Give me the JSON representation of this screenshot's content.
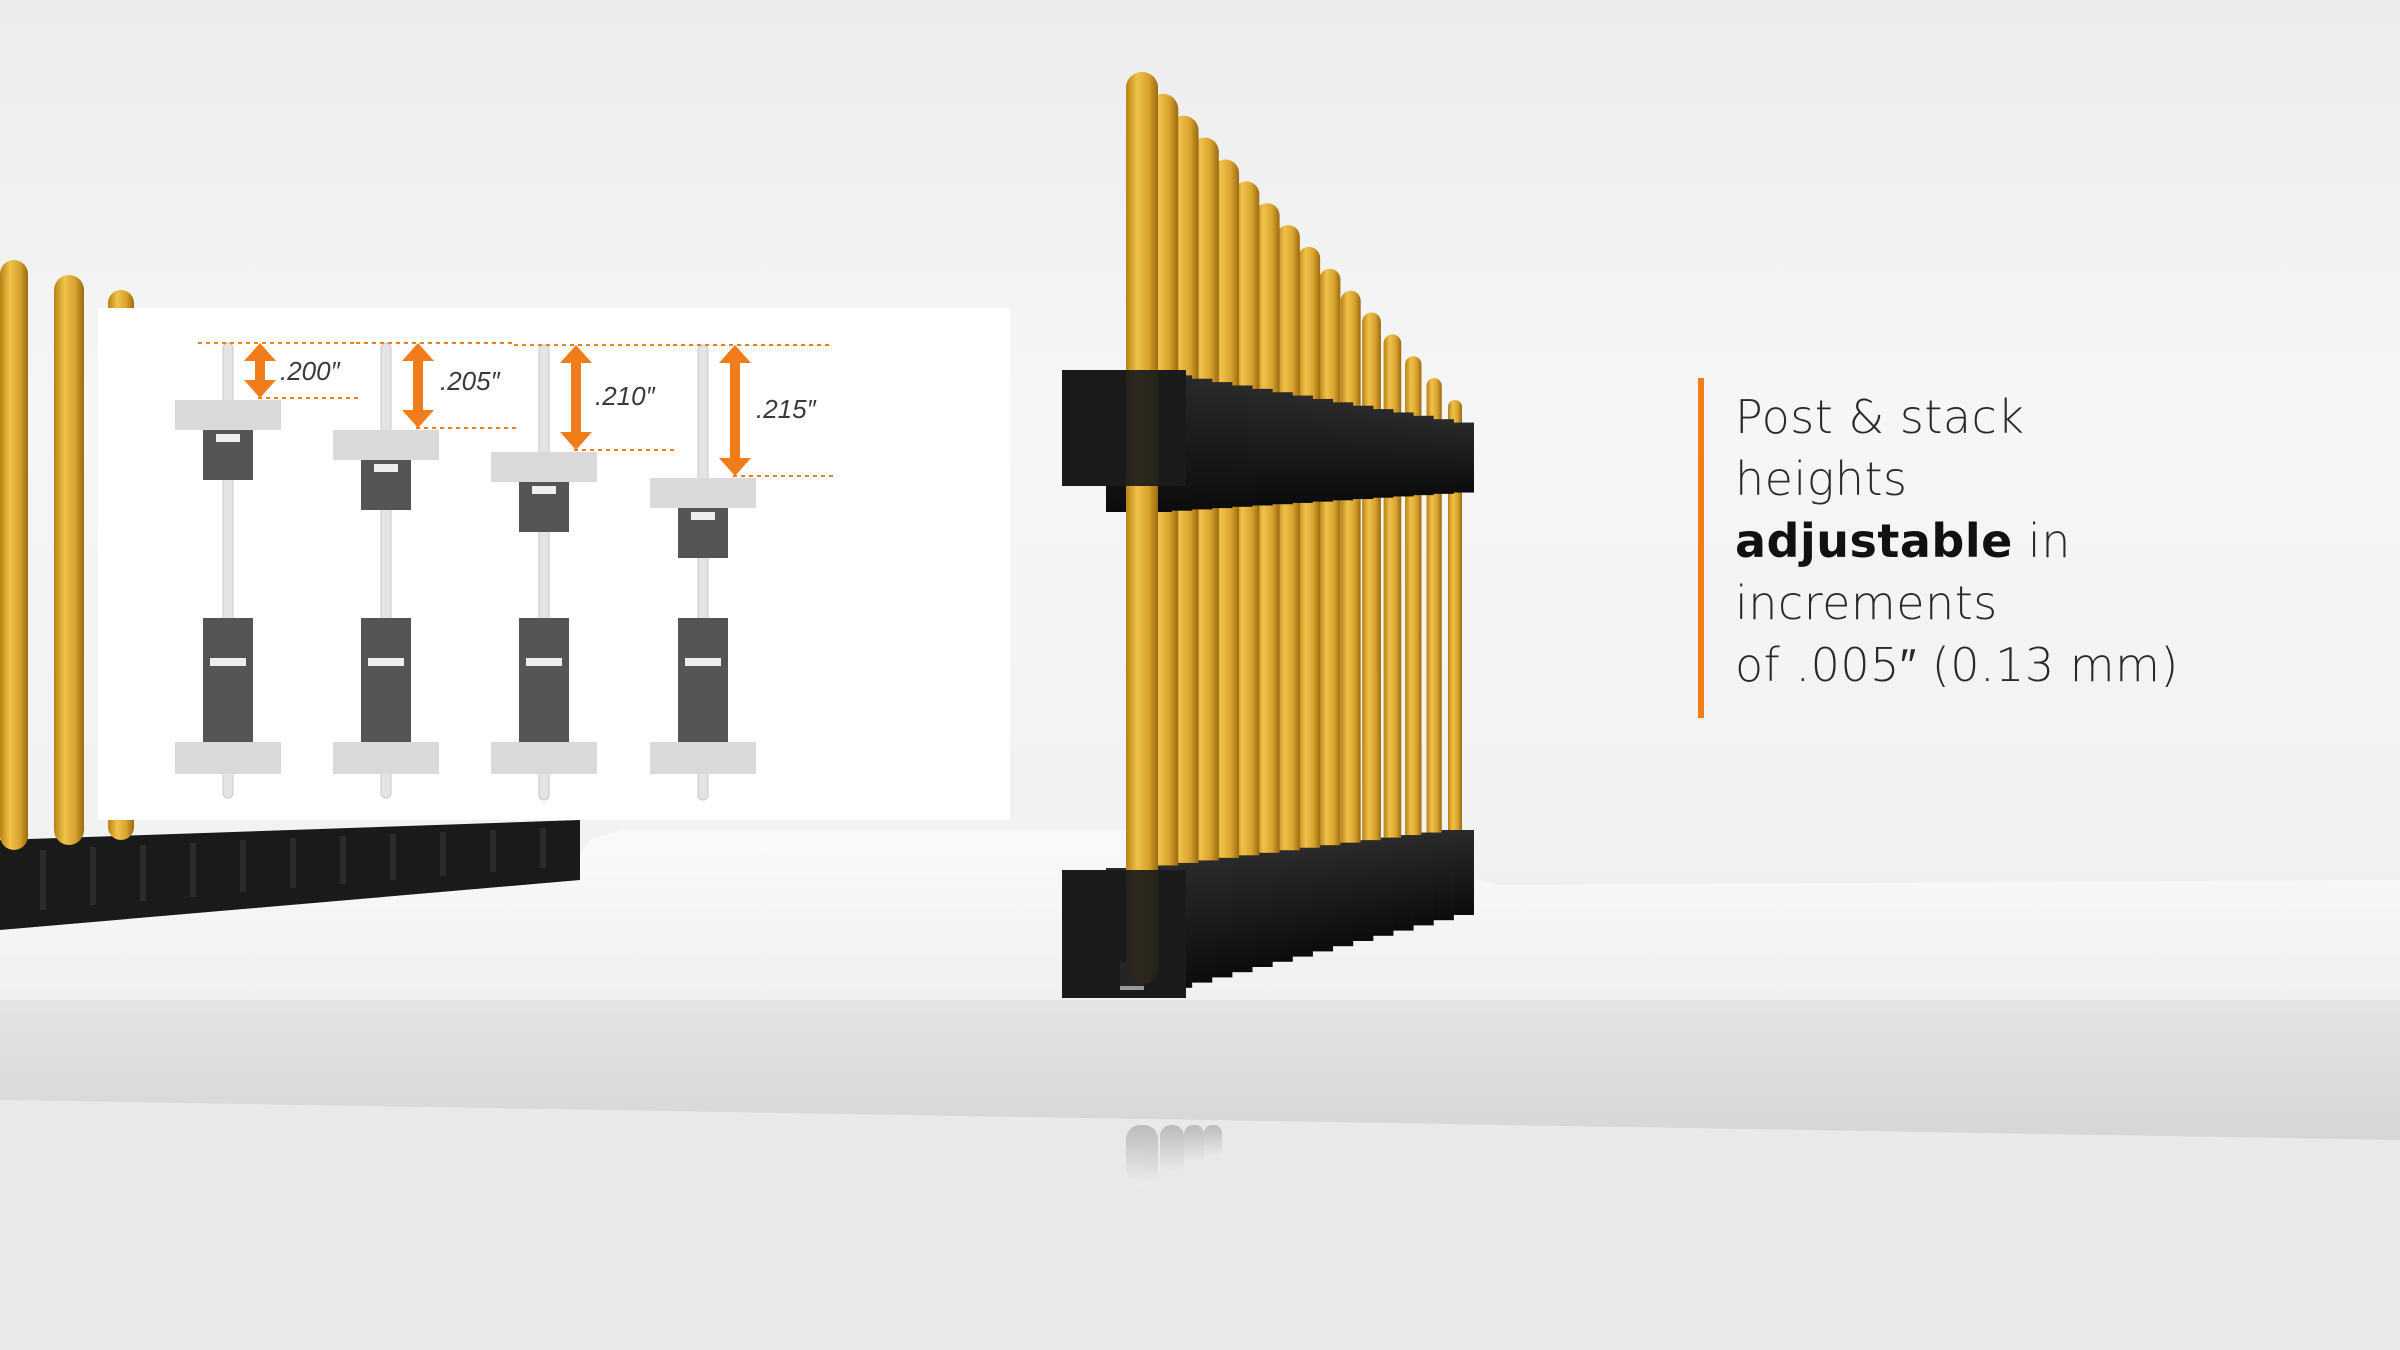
{
  "callout": {
    "line1": "Post & stack",
    "line2": "heights",
    "line3_bold": "adjustable",
    "line3_rest": " in",
    "line4": "increments",
    "line5": "of .005″ (0.13 mm)"
  },
  "diagram": {
    "heights": [
      ".200″",
      ".205″",
      ".210″",
      ".215″"
    ]
  },
  "colors": {
    "accent_orange": "#f07d1a",
    "gold_pin": "#d9a62a",
    "connector_black": "#1c1c1c"
  }
}
